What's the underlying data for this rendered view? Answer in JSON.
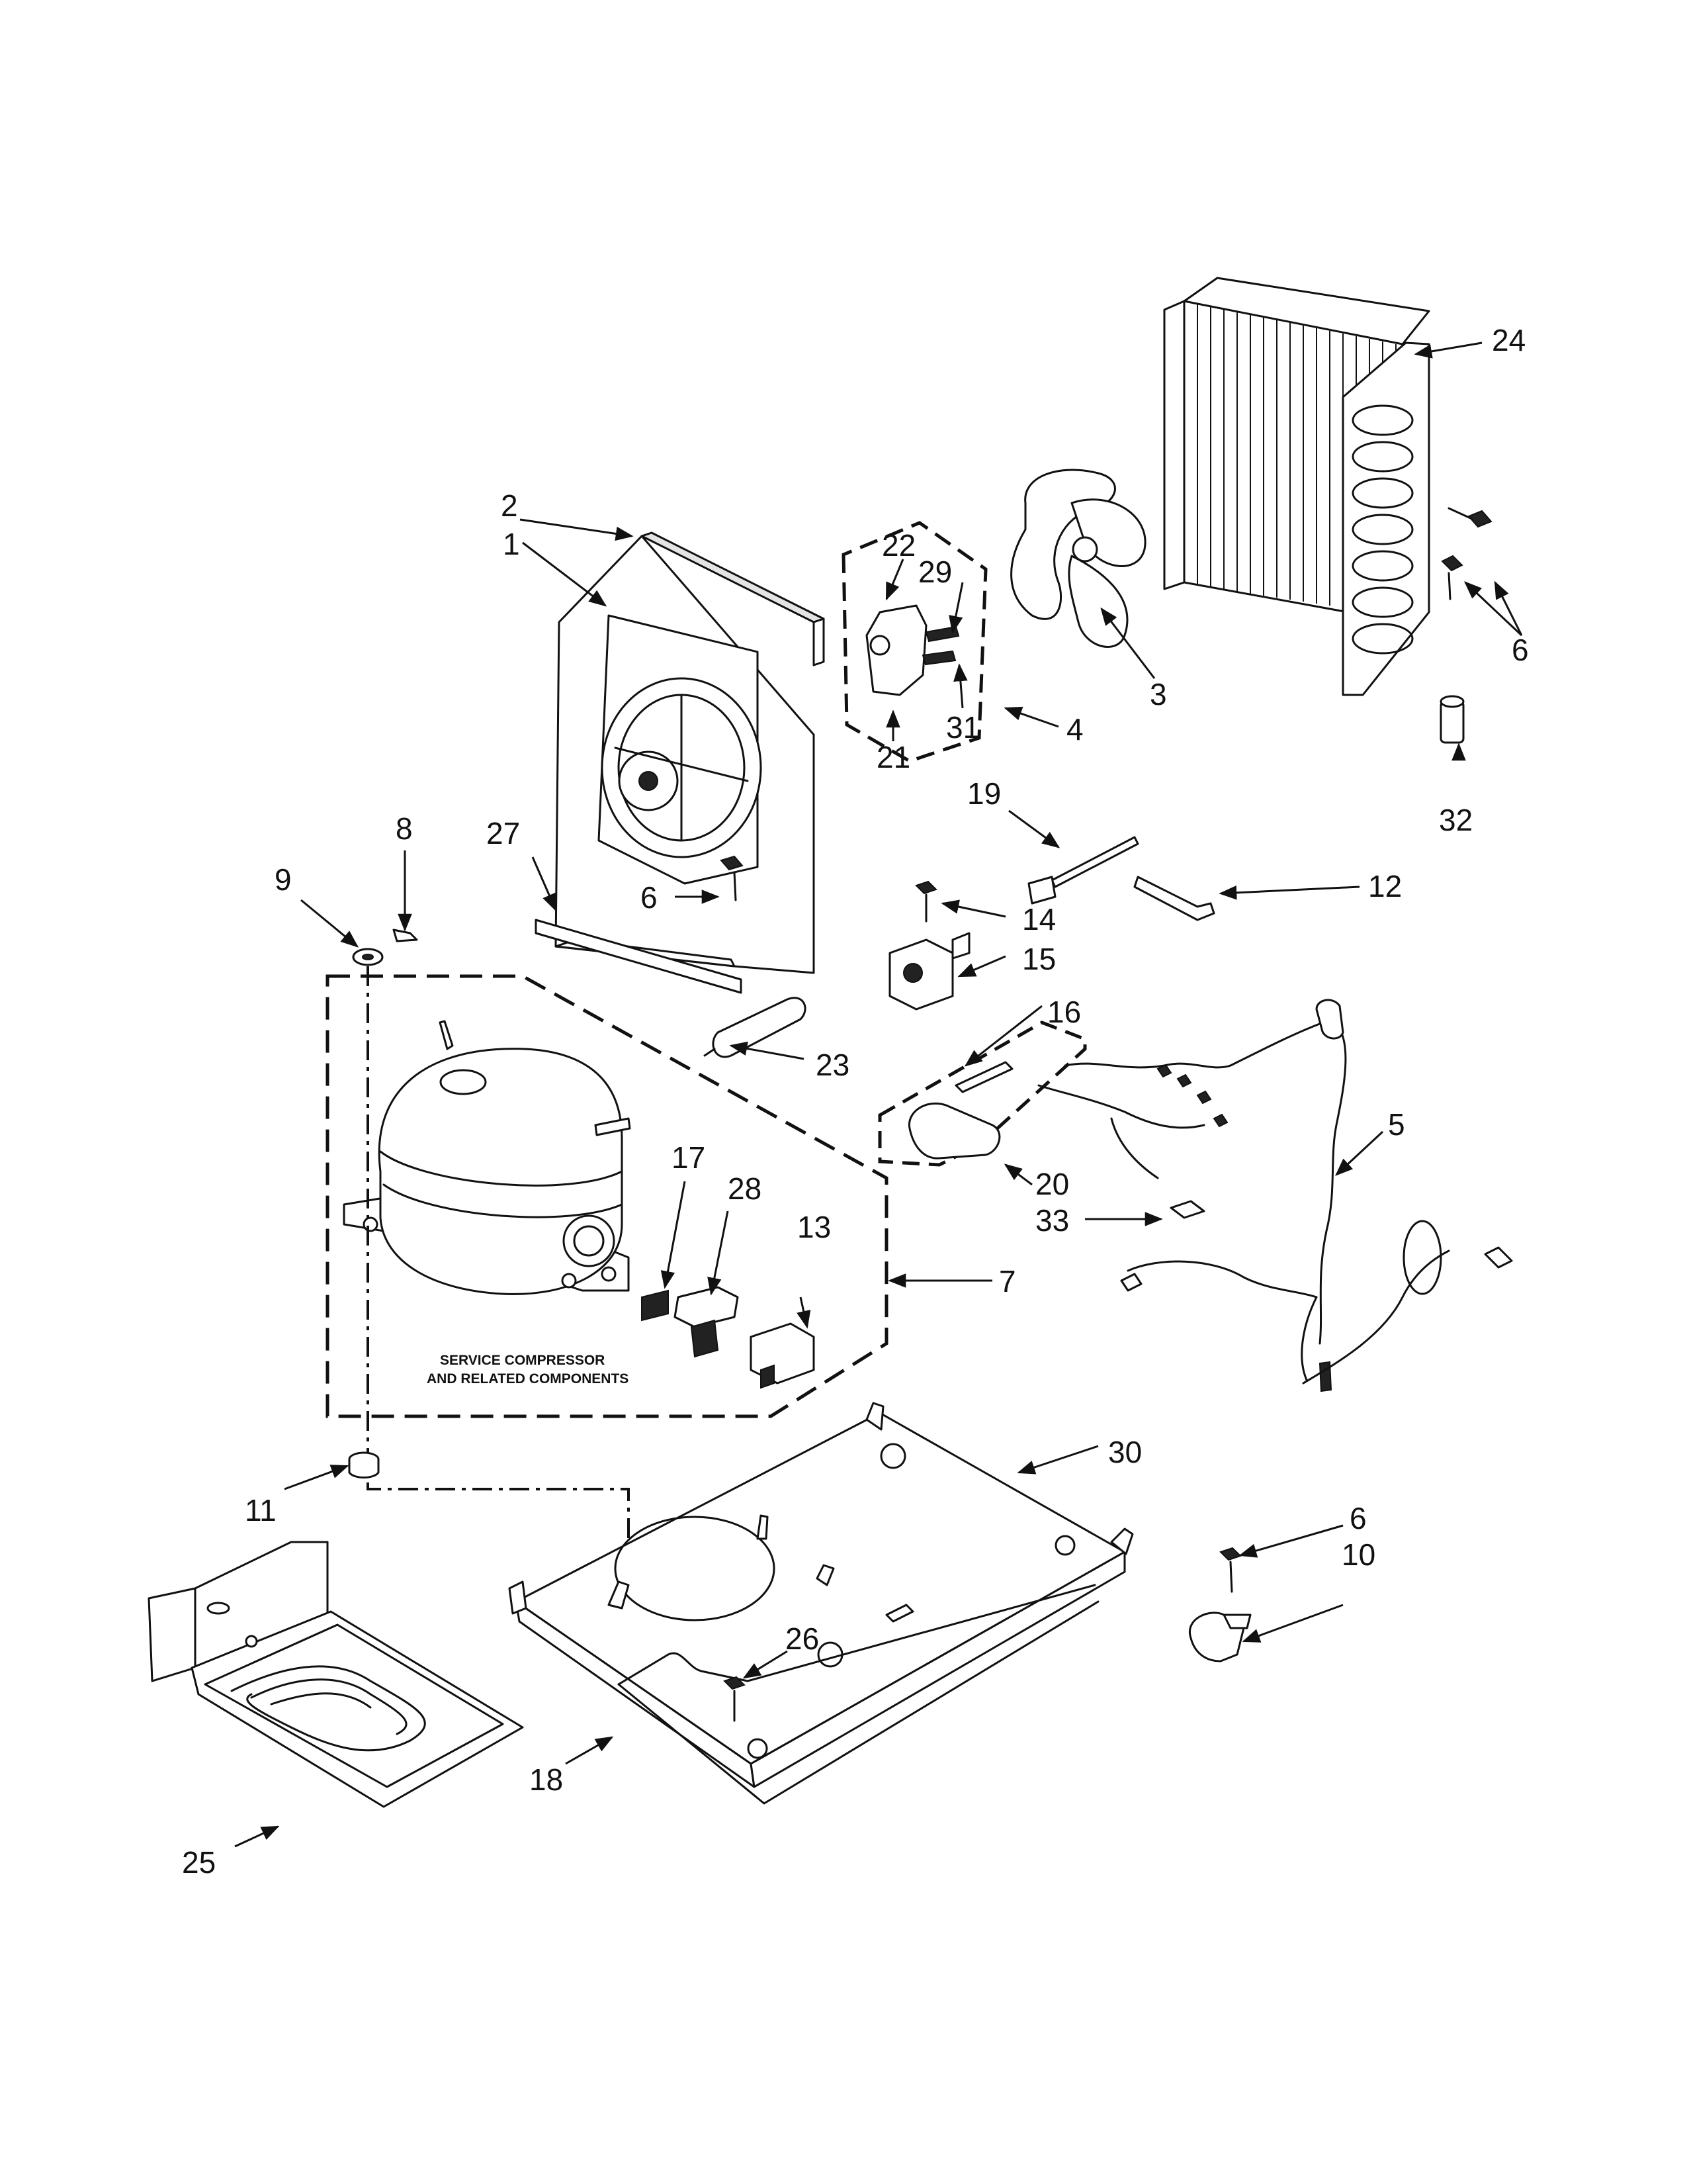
{
  "note": {
    "line1": "SERVICE COMPRESSOR",
    "line2": "AND RELATED COMPONENTS"
  },
  "callouts": {
    "c1": "1",
    "c2": "2",
    "c3": "3",
    "c4": "4",
    "c5": "5",
    "c6a": "6",
    "c6b": "6",
    "c6c": "6",
    "c7": "7",
    "c8": "8",
    "c9": "9",
    "c10": "10",
    "c11": "11",
    "c12": "12",
    "c13": "13",
    "c14": "14",
    "c15": "15",
    "c16": "16",
    "c17": "17",
    "c18": "18",
    "c19": "19",
    "c20": "20",
    "c21": "21",
    "c22": "22",
    "c23": "23",
    "c24": "24",
    "c25": "25",
    "c26": "26",
    "c27": "27",
    "c28": "28",
    "c29": "29",
    "c30": "30",
    "c31": "31",
    "c32": "32",
    "c33": "33"
  }
}
